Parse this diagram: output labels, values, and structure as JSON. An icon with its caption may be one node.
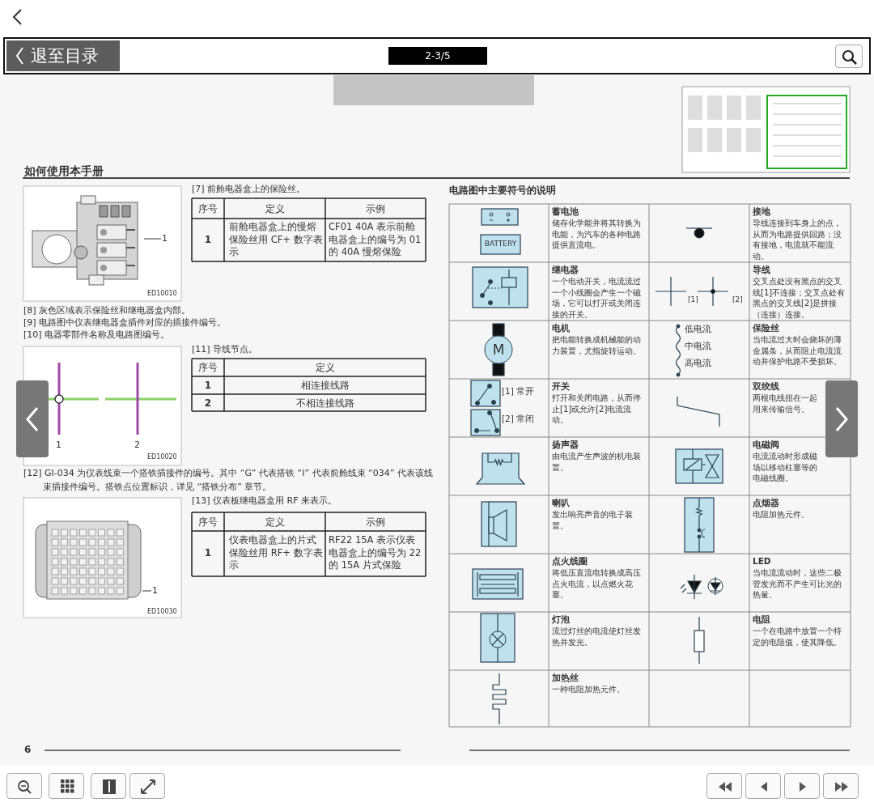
{
  "diagram": {
    "nodes": [
      {
        "text": [],
        "shape": "picture"
      },
      {
        "text": [
          "1"
        ]
      },
      {
        "text": [],
        "shape": "picture"
      },
      {
        "text": [
          "1"
        ]
      }
    ],
    "edges": [
      {
        "from": 1,
        "to": 0,
        "arrow": "none"
      },
      {
        "from": 3,
        "to": 2,
        "arrow": "none"
      }
    ],
    "labels": [
      "退至目录",
      "2-3/5",
      "如何使用本手册",
      "[7] 前舱电器盒上的保险丝。",
      "序号",
      "定义",
      "示例",
      "1",
      "前舱电器盒上的慢熔保险丝用 CF+ 数字表示",
      "CF01 40A 表示前舱电器盒上的编号为 01 的 40A 慢熔保险",
      "ED10010",
      "[8] 灰色区域表示保险丝和继电器盒内部。",
      "[9] 电路图中仪表继电器盒插件对应的插接件编号。",
      "[10] 电器零部件名称及电路图编号。",
      "1",
      "2",
      "ED10020",
      "[11] 导线节点。",
      "序号",
      "定义",
      "1",
      "相连接线路",
      "2",
      "不相连接线路",
      "[12] GI-034 为仪表线束一个搭铁插接件的编号。其中 “G” 代表搭铁 “I” 代表前舱线束 “034” 代表该线束插接件编号。搭铁点位置标识，详见 “搭铁分布” 章节。",
      "ED10030",
      "[13] 仪表板继电器盒用 RF 来表示。",
      "序号",
      "定义",
      "示例",
      "1",
      "仪表电器盒上的片式保险丝用 RF+ 数字表示",
      "RF22 15A 表示仪表电器盒上的编号为 22 的 15A 片式保险",
      "电路图中主要符号的说明",
      "BATTERY",
      "蓄电池",
      "储存化学能并将其转换为电能，为汽车的各种电路提供直流电。",
      "接地",
      "导线连接到车身上的点，从而为电路提供回路；没有接地，电流就不能流动。",
      "继电器",
      "一个电动开关，电流流过一个小线圈会产生一个磁场，它可以打开或关闭连接的开关。",
      "[1]",
      "[2]",
      "导线",
      "交叉点处没有黑点的交叉线[1]不连接；交叉点处有黑点的交叉线[2]是拼接（连接）连接。",
      "M",
      "电机",
      "把电能转换成机械能的动力装置，尤指旋转运动。",
      "低电流",
      "中电流",
      "高电流",
      "保险丝",
      "当电流过大时会烧坏的薄金属条，从而阻止电流流动并保护电路不受损坏。",
      "[1] 常开",
      "[2] 常闭",
      "开关",
      "打开和关闭电路，从而停止[1]或允许[2]电流流动。",
      "双绞线",
      "两根电线扭在一起用来传输信号。",
      "扬声器",
      "由电流产生声波的机电装置。",
      "电磁阀",
      "电流流动时形成磁场以移动柱塞等的电磁线圈。",
      "喇叭",
      "发出响亮声音的电子装置。",
      "点烟器",
      "电阻加热元件。",
      "点火线圈",
      "将低压直流电转换成高压点火电流，以点燃火花塞。",
      "LED",
      "当电流流动时，这些二极管发光而不产生可比光的热量。",
      "灯泡",
      "流过灯丝的电流使灯丝发热并发光。",
      "电阻",
      "一个在电路中放置一个特定的电阻值，使其降低。",
      "加热丝",
      "一种电阻加热元件。",
      "6"
    ]
  }
}
